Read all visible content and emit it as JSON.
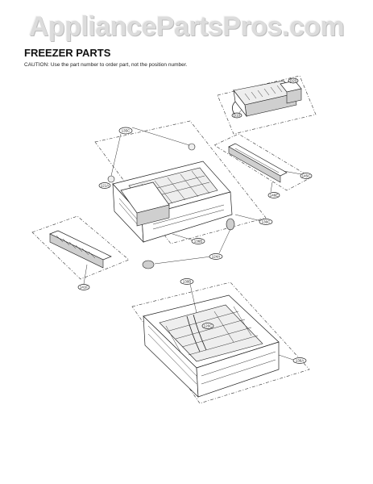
{
  "watermark": "AppliancePartsPros.com",
  "header": {
    "title": "FREEZER PARTS",
    "caution": "CAUTION: Use the part number to order part, not the position number."
  },
  "callouts": {
    "ice_maker_top": "D20",
    "ice_maker_bottom": "D10",
    "cap_top": "135C",
    "cap_left": "121A",
    "rail_right": "145C",
    "rail_right_lower": "146E",
    "tray_right": "136C",
    "tray_front": "136B",
    "roller": "124A",
    "rail_left": "141F",
    "basket_top": "130B",
    "basket_inner": "126C",
    "basket_right": "136A"
  }
}
